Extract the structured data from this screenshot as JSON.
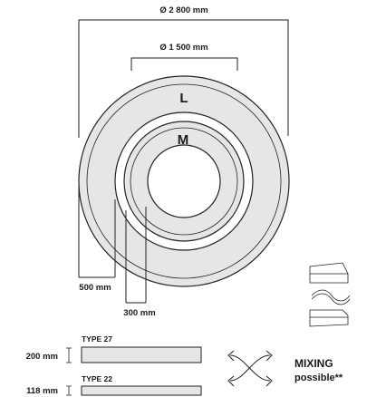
{
  "dimensions": {
    "outer_diameter": "Ø 2 800 mm",
    "inner_diameter": "Ø 1 500 mm",
    "width_large": "500 mm",
    "width_medium": "300 mm"
  },
  "rings": {
    "large_label": "L",
    "medium_label": "M"
  },
  "types": [
    {
      "name": "TYPE 27",
      "height": "200 mm"
    },
    {
      "name": "TYPE 22",
      "height": "118 mm"
    }
  ],
  "mixing": {
    "line1": "MIXING",
    "line2": "possible**"
  },
  "colors": {
    "ring_fill": "#e6e6e6",
    "line": "#222222"
  },
  "icons": [
    "crossing-arrows-icon",
    "profile-shape-icon"
  ]
}
